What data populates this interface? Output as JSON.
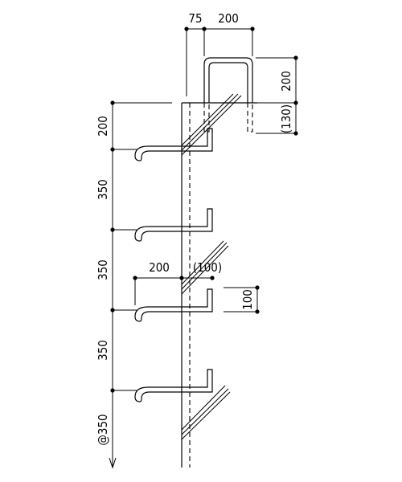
{
  "dimensions": {
    "top_offset": "75",
    "top_width": "200",
    "top_height": "200",
    "embed_depth": "(130)",
    "first_rung": "200",
    "pitch_1": "350",
    "pitch_2": "350",
    "pitch_3": "350",
    "pitch_repeat": "@350",
    "rung_projection": "200",
    "rung_embed": "(100)",
    "rung_height": "100"
  }
}
